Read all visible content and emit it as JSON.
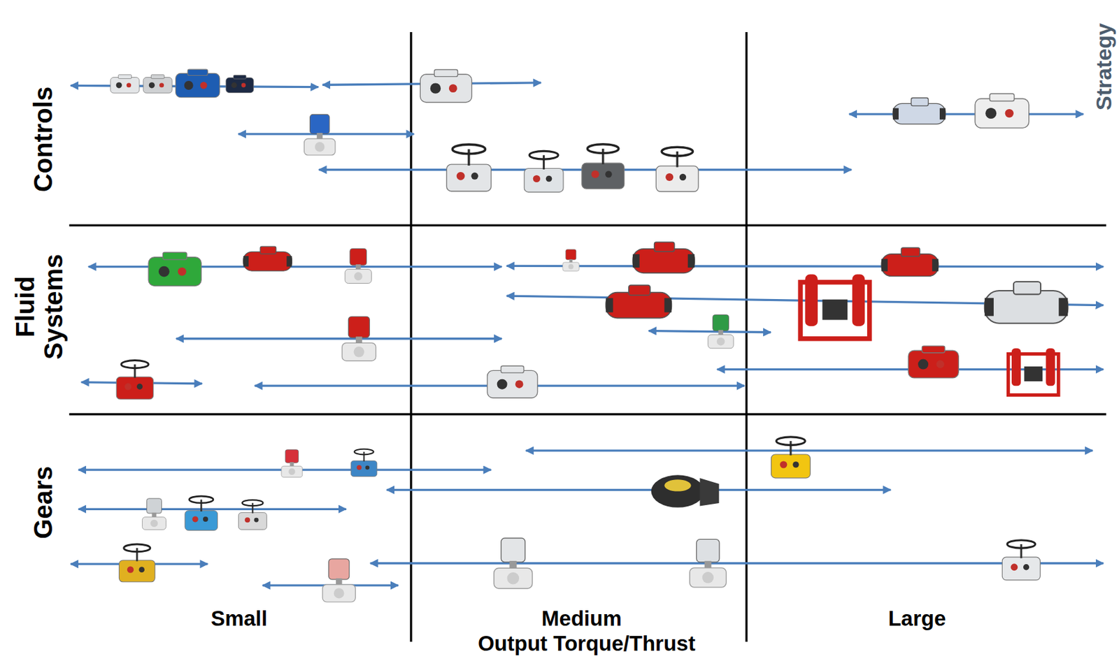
{
  "diagram": {
    "labels": [
      "Strategy",
      "Controls",
      "Fluid Systems",
      "Gears",
      "Small",
      "Medium",
      "Output Torque/Thrust",
      "Large"
    ]
  }
}
